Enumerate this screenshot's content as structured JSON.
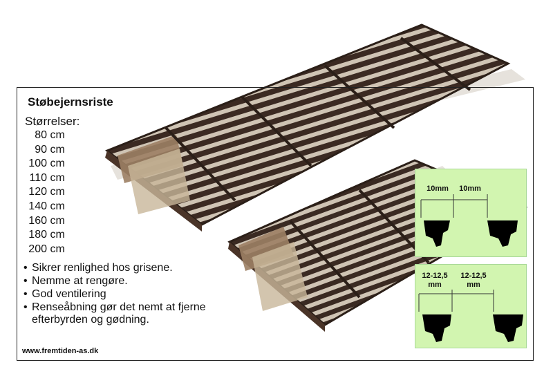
{
  "title": "Støbejernsriste",
  "sizes_label": "Størrelser:",
  "sizes": [
    {
      "value": "80",
      "unit": "cm"
    },
    {
      "value": "90",
      "unit": "cm"
    },
    {
      "value": "100",
      "unit": "cm"
    },
    {
      "value": "110",
      "unit": "cm"
    },
    {
      "value": "120",
      "unit": "cm"
    },
    {
      "value": "140",
      "unit": "cm"
    },
    {
      "value": "160",
      "unit": "cm"
    },
    {
      "value": "180",
      "unit": "cm"
    },
    {
      "value": "200",
      "unit": "cm"
    }
  ],
  "features": [
    "Sikrer renlighed hos grisene.",
    "Nemme at rengøre.",
    "God ventilering",
    "Renseåbning gør det nemt at fjerne efterbyrden og gødning."
  ],
  "website": "www.fremtiden-as.dk",
  "diagram_top": {
    "left": "10mm",
    "right": "10mm"
  },
  "diagram_bottom": {
    "left_top": "12-12,5",
    "left_bottom": "mm",
    "right_top": "12-12,5",
    "right_bottom": "mm"
  },
  "colors": {
    "panel": "#d2f5b0",
    "grate": "#3a2a22",
    "frame": "#222222"
  }
}
